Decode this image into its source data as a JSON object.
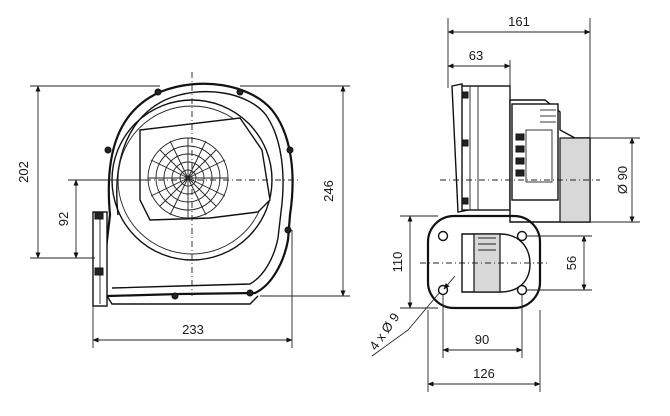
{
  "dimensions": {
    "front_height_202": "202",
    "front_center_92": "92",
    "front_height_246": "246",
    "front_width_233": "233",
    "side_width_161": "161",
    "side_depth_63": "63",
    "side_dia_90": "Ø 90",
    "flange_110": "110",
    "flange_56": "56",
    "flange_holes": "4 x Ø 9",
    "flange_90": "90",
    "flange_126": "126"
  }
}
